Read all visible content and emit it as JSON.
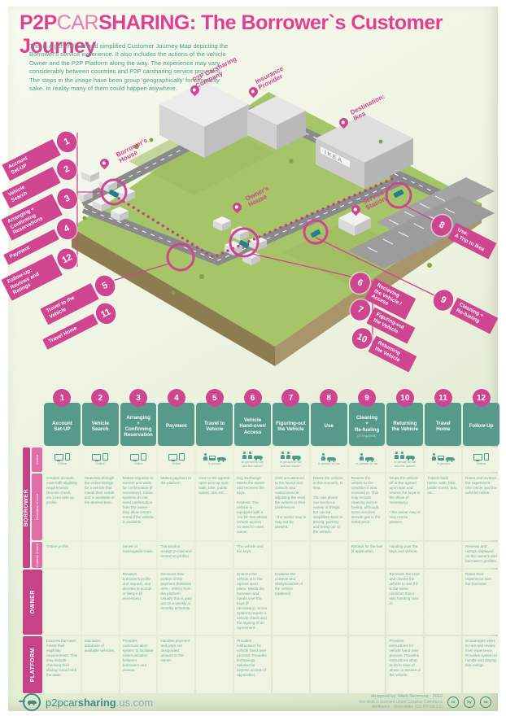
{
  "title": {
    "part1": "P2P",
    "part2": "CAR",
    "part3": "SHARING:",
    "part4": " The Borrower`s Customer Journey"
  },
  "intro": "This is a generalized and simplified Customer Journey Map depicting the Borrower's service experience. It also includes the actions of the vehicle Owner and the P2P Platform along the way. The experience may vary considerably between countries and P2P carsharing service providers. The steps in the image have been group 'geographically' for simplicity sake. In reality many of them could happen anywhere.",
  "map": {
    "building_sign": "IKEA",
    "pins": [
      {
        "label": "P2P Carsharing\nCompany"
      },
      {
        "label": "Insurance\nProvider"
      },
      {
        "label": "Borrower's\nHouse"
      },
      {
        "label": "Owner's\nHouse"
      },
      {
        "label": "Service\nStation"
      },
      {
        "label": "Destination:\nIkea"
      }
    ],
    "steps": [
      {
        "num": "1",
        "label": "Account\nSet-UP"
      },
      {
        "num": "2",
        "label": "Vehicle\nSearch"
      },
      {
        "num": "3",
        "label": "Arranging +\nConfirming\nReservations"
      },
      {
        "num": "4",
        "label": "Payment"
      },
      {
        "num": "12",
        "label": "Follow-Up:\nReviews and\nRatings"
      },
      {
        "num": "5",
        "label": "Travel to the\nVehicle"
      },
      {
        "num": "11",
        "label": "Travel Home"
      },
      {
        "num": "6",
        "label": "Recieving\nthe Vehicle /\nAccess"
      },
      {
        "num": "7",
        "label": "Figuring-out\nthe Vehicle"
      },
      {
        "num": "10",
        "label": "Returning\nthe Vehicle"
      },
      {
        "num": "8",
        "label": "Use:\nA Trip to Ikea"
      },
      {
        "num": "9",
        "label": "Cleaning +\nRe-fueling"
      }
    ]
  },
  "table": {
    "groups": {
      "borrower": "BORROWER",
      "owner": "OWNER",
      "platform": "PLATFORM",
      "sub": [
        "Context",
        "Description of event",
        "Evidence of event"
      ]
    },
    "columns": [
      {
        "num": "1",
        "title": "Account\nSet-UP",
        "note": ""
      },
      {
        "num": "2",
        "title": "Vehicle\nSearch",
        "note": ""
      },
      {
        "num": "3",
        "title": "Arranging\n+\nConfirming\nReservation",
        "note": ""
      },
      {
        "num": "4",
        "title": "Payment",
        "note": ""
      },
      {
        "num": "5",
        "title": "Travel to\nVehicle",
        "note": ""
      },
      {
        "num": "6",
        "title": "Vehicle\nHand-over/\nAccess",
        "note": ""
      },
      {
        "num": "7",
        "title": "Figuring-out\nthe Vehicle",
        "note": ""
      },
      {
        "num": "8",
        "title": "Use",
        "note": ""
      },
      {
        "num": "9",
        "title": "Cleaning\n+\nRe-fueling",
        "note": "(if required)"
      },
      {
        "num": "10",
        "title": "Returning\nthe Vehicle",
        "note": ""
      },
      {
        "num": "11",
        "title": "Travel\nHome",
        "note": ""
      },
      {
        "num": "12",
        "title": "Follow-Up",
        "note": ""
      }
    ],
    "context": [
      {
        "icons": [
          "monitor",
          "phone"
        ],
        "label": "Online"
      },
      {
        "icons": [
          "monitor",
          "phone"
        ],
        "label": "Online"
      },
      {
        "icons": [
          "monitor",
          "phone"
        ],
        "label": "Online"
      },
      {
        "icons": [
          "monitor",
          "phone"
        ],
        "label": "Online"
      },
      {
        "icons": [
          "person",
          "bus",
          "car"
        ],
        "label": "In person"
      },
      {
        "icons": [
          "person",
          "person",
          "car"
        ],
        "label": "In person w/ car\nand the owner*"
      },
      {
        "icons": [
          "person",
          "person",
          "car"
        ],
        "label": "In person w/ car\nand the owner*"
      },
      {
        "icons": [
          "person",
          "car"
        ],
        "label": "In person w/ car"
      },
      {
        "icons": [
          "person",
          "car"
        ],
        "label": "In person w/ car"
      },
      {
        "icons": [
          "person",
          "person",
          "car"
        ],
        "label": "In person w/ car\nand the owner*"
      },
      {
        "icons": [
          "person",
          "bus",
          "car"
        ],
        "label": "In person"
      },
      {
        "icons": [
          "monitor",
          "phone"
        ],
        "label": "Online"
      }
    ],
    "borrower": [
      "Creates account, must fulfil eligibility requirements (license check, etc.) and sets up profile.",
      "Searches through the online listings for a vehicle that meets their needs and is available at the desired time.",
      "Makes requests to owners and waits for confirmation (if necessary). Some systems do not need confirmation from the owner - they allow instant rental if the vehicle is available.",
      "Makes payment to the platform.",
      "Gets to the agreed upon pick-up spot: walk, bike, public transit, taxi, etc...",
      "Key Exchange: Meets the owner and recieves the keys.\n\nKeyless: The vehicle is equipped with a 'car kit' that allows remote access - no need to meet owner.",
      "Gets accustomed to the layout and controls and customizes (ie: adjusting the seat) the vehicle to their preferences.\n\n* the owner may or may not be present.",
      "Drives the vehicle; in this scenario, to Ikea.\n\nThe use phase can involve a variety of things, but can be simplified down to driving, parking and being out of the vehicle.",
      "Returns the vehicle to the condition it was received in. This may include cleaning and re-fueling, although some services include gas in the rental price.",
      "Drops the vehicle off at the agreed upon spot and returns the keys to the driver (if necessary).\n\n* the owner may or may not be present.",
      "Travels back home: walk, bike, public transit, taxi, etc...",
      "Rates and reviews the experience (the owner and the vehicle) online."
    ],
    "evidence": [
      "Online profile.",
      "",
      "Series of messages/e-mails.",
      "Transaction receipt (e-mail and record on profile)",
      "",
      "The vehicle and the keys.",
      "",
      "",
      "Reciept for the fuel (if applicable).",
      "Handing over the keys and vehicle.",
      "",
      "Reviews and ratings displayed on the owner's and borrower's profiles."
    ],
    "owner": [
      "",
      "",
      "Reviews borrower's profile and request, and decides to accept or deny it (if necessary).",
      "Receives their portion of the payment (between 40% - 100%) from the platform. Usually this is paid out on a weekly or monthly schedule.",
      "",
      "Ensures the vehicle is in the agreed upon place. Meets the borrower and hands over the keys (if necessary). Some systems require a vehicle check and the signing of an agreement.",
      "Explains the controls and idiosyncracies of the vehicle (optional)",
      "",
      "",
      "Receives the keys and checks the vehicle to see if it is the same condition that it was handing over in.",
      "",
      "Rates their experience with the borrower."
    ],
    "platform": [
      "Ensures borrower meets their eligibility requirements. This may include checking their driving record with the state.",
      "Maintains database of available vehicles.",
      "Provides communication system to facilitate communication between borrowers and owners.",
      "Handles payment and pays out designated amount to the owner.",
      "",
      "Provides instructions for vehicle hand over process. Provides technology solution for keyless access (if applicable).",
      "",
      "",
      "",
      "Provides instructions for vehicle hand over process. Provides instructions what to do in case of abuse or misuse of the vehicle",
      "",
      "Encourages users to rate and review their experience. Provides system to handle and display this ratings."
    ]
  },
  "footer": {
    "logo_text_1": "p2pcar",
    "logo_text_2": "sharing",
    "logo_text_3": ".us.com",
    "credit1": "designed by: Mark Simmons - 2012",
    "credit2": "this work is licensed under Creative Commons",
    "credit3": "Attribution - ShareAlike (CC BY-SA 3.0)",
    "cc": [
      "cc",
      "by",
      "sa"
    ]
  }
}
